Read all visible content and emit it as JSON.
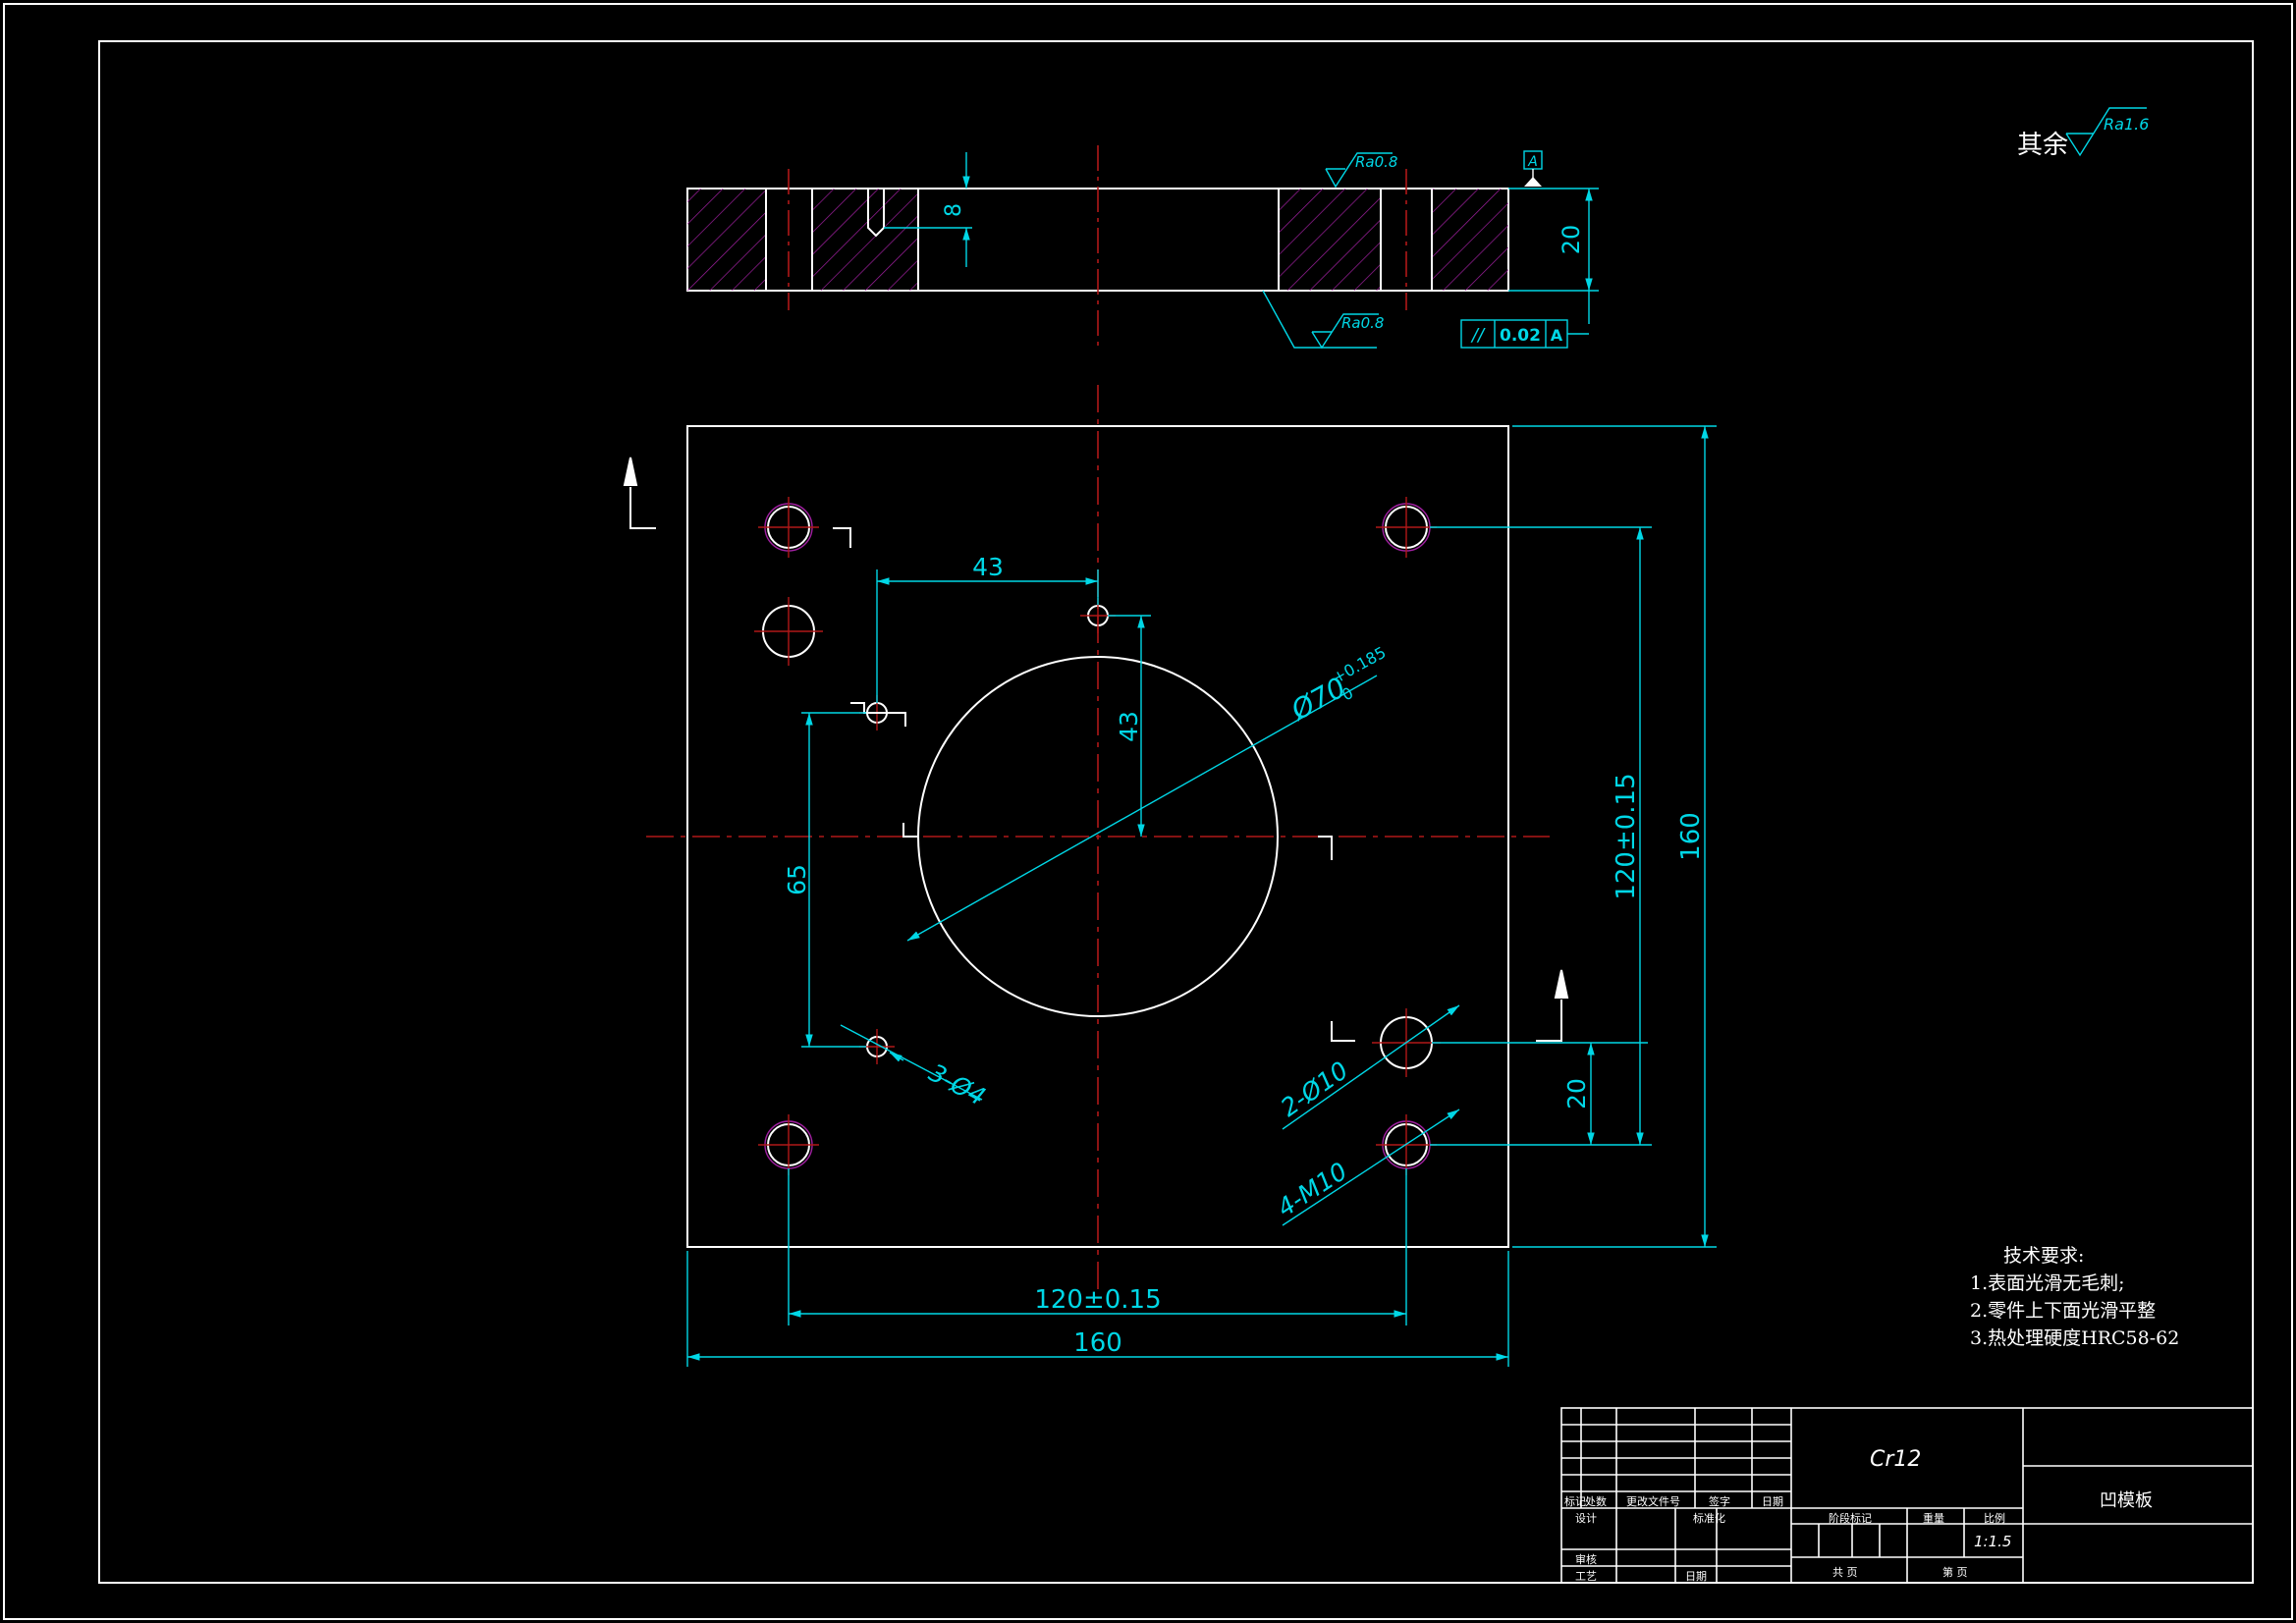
{
  "colors": {
    "background": "#000000",
    "outline": "#ffffff",
    "dimension": "#00d7e6",
    "centerline": "#b01818",
    "hatch": "#a020a0"
  },
  "surface_finish": {
    "rest_label": "其余",
    "rest_value": "Ra1.6",
    "top_face": "Ra0.8",
    "side_face": "Ra0.8"
  },
  "datum": {
    "label": "A",
    "parallelism_symbol": "//",
    "parallelism_tolerance": "0.02",
    "parallelism_datum": "A"
  },
  "dimensions": {
    "thickness": "20",
    "pin_depth": "8",
    "horizontal_offset": "43",
    "vertical_offset": "43",
    "center_hole": "Ø70",
    "center_hole_upper": "+0.185",
    "center_hole_lower": "0",
    "vertical_spacing": "65",
    "small_holes": "3-Ø4",
    "medium_holes": "2-Ø10",
    "threaded_holes": "4-M10",
    "bottom_offset": "20",
    "hole_pitch_vertical": "120±0.15",
    "plate_height": "160",
    "hole_pitch_horizontal": "120±0.15",
    "plate_width": "160"
  },
  "tech_notes": {
    "title": "技术要求:",
    "items": [
      "1.表面光滑无毛刺;",
      "2.零件上下面光滑平整",
      "3.热处理硬度HRC58-62"
    ]
  },
  "title_block": {
    "material": "Cr12",
    "part_name": "凹模板",
    "scale": "1:1.5",
    "labels": {
      "mark": "标记",
      "count": "处数",
      "change_doc": "更改文件号",
      "signature": "签字",
      "date": "日期",
      "design": "设计",
      "standardize": "标准化",
      "review": "审核",
      "process": "工艺",
      "approve": "日期",
      "stage_mark": "阶段标记",
      "weight": "重量",
      "ratio": "比例",
      "sheets": "共    页",
      "sheet_no": "第    页"
    }
  }
}
